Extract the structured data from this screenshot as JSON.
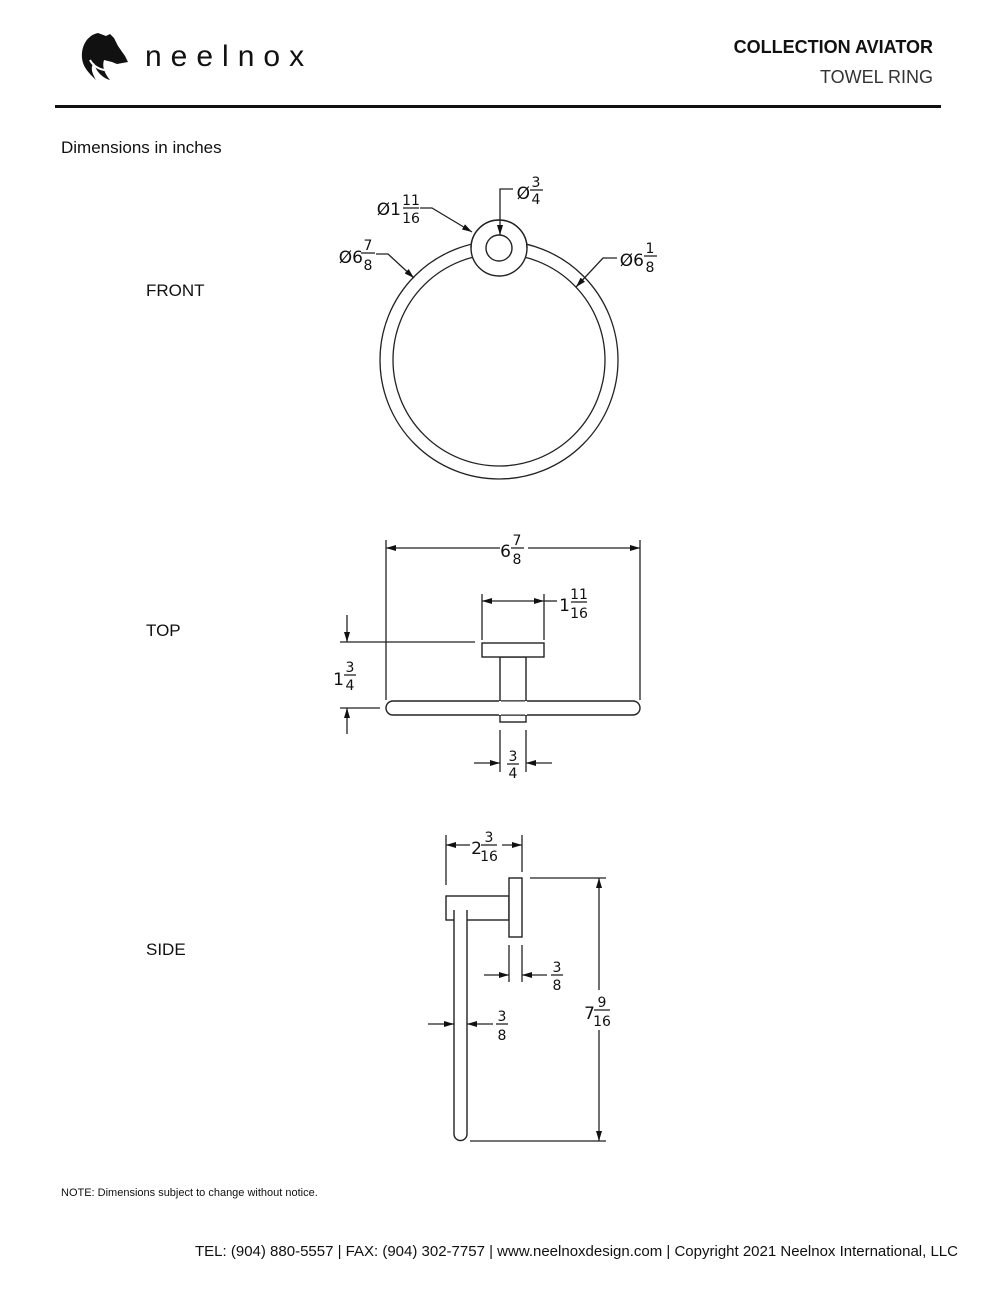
{
  "header": {
    "logo_text": "neelnox",
    "collection": "COLLECTION AVIATOR",
    "product": "TOWEL RING"
  },
  "units_label": "Dimensions in inches",
  "views": {
    "front": "FRONT",
    "top": "TOP",
    "side": "SIDE"
  },
  "dims": {
    "front": {
      "hub_dia": {
        "prefix": "Ø",
        "whole": "1",
        "num": "11",
        "den": "16"
      },
      "post_dia": {
        "prefix": "Ø",
        "whole": "",
        "num": "3",
        "den": "4"
      },
      "ring_outer_dia": {
        "prefix": "Ø",
        "whole": "6",
        "num": "7",
        "den": "8"
      },
      "ring_inner_dia": {
        "prefix": "Ø",
        "whole": "6",
        "num": "1",
        "den": "8"
      }
    },
    "top": {
      "overall_width": {
        "whole": "6",
        "num": "7",
        "den": "8"
      },
      "flange_width": {
        "whole": "1",
        "num": "11",
        "den": "16"
      },
      "projection": {
        "whole": "1",
        "num": "3",
        "den": "4"
      },
      "post_width": {
        "whole": "",
        "num": "3",
        "den": "4"
      }
    },
    "side": {
      "overall_depth": {
        "whole": "2",
        "num": "3",
        "den": "16"
      },
      "flange_thickness": {
        "whole": "",
        "num": "3",
        "den": "8"
      },
      "ring_thickness": {
        "whole": "",
        "num": "3",
        "den": "8"
      },
      "overall_height": {
        "whole": "7",
        "num": "9",
        "den": "16"
      }
    }
  },
  "note": "NOTE: Dimensions subject to change without notice.",
  "footer": "TEL: (904) 880-5557 | FAX: (904) 302-7757 | www.neelnoxdesign.com | Copyright 2021 Neelnox International, LLC"
}
